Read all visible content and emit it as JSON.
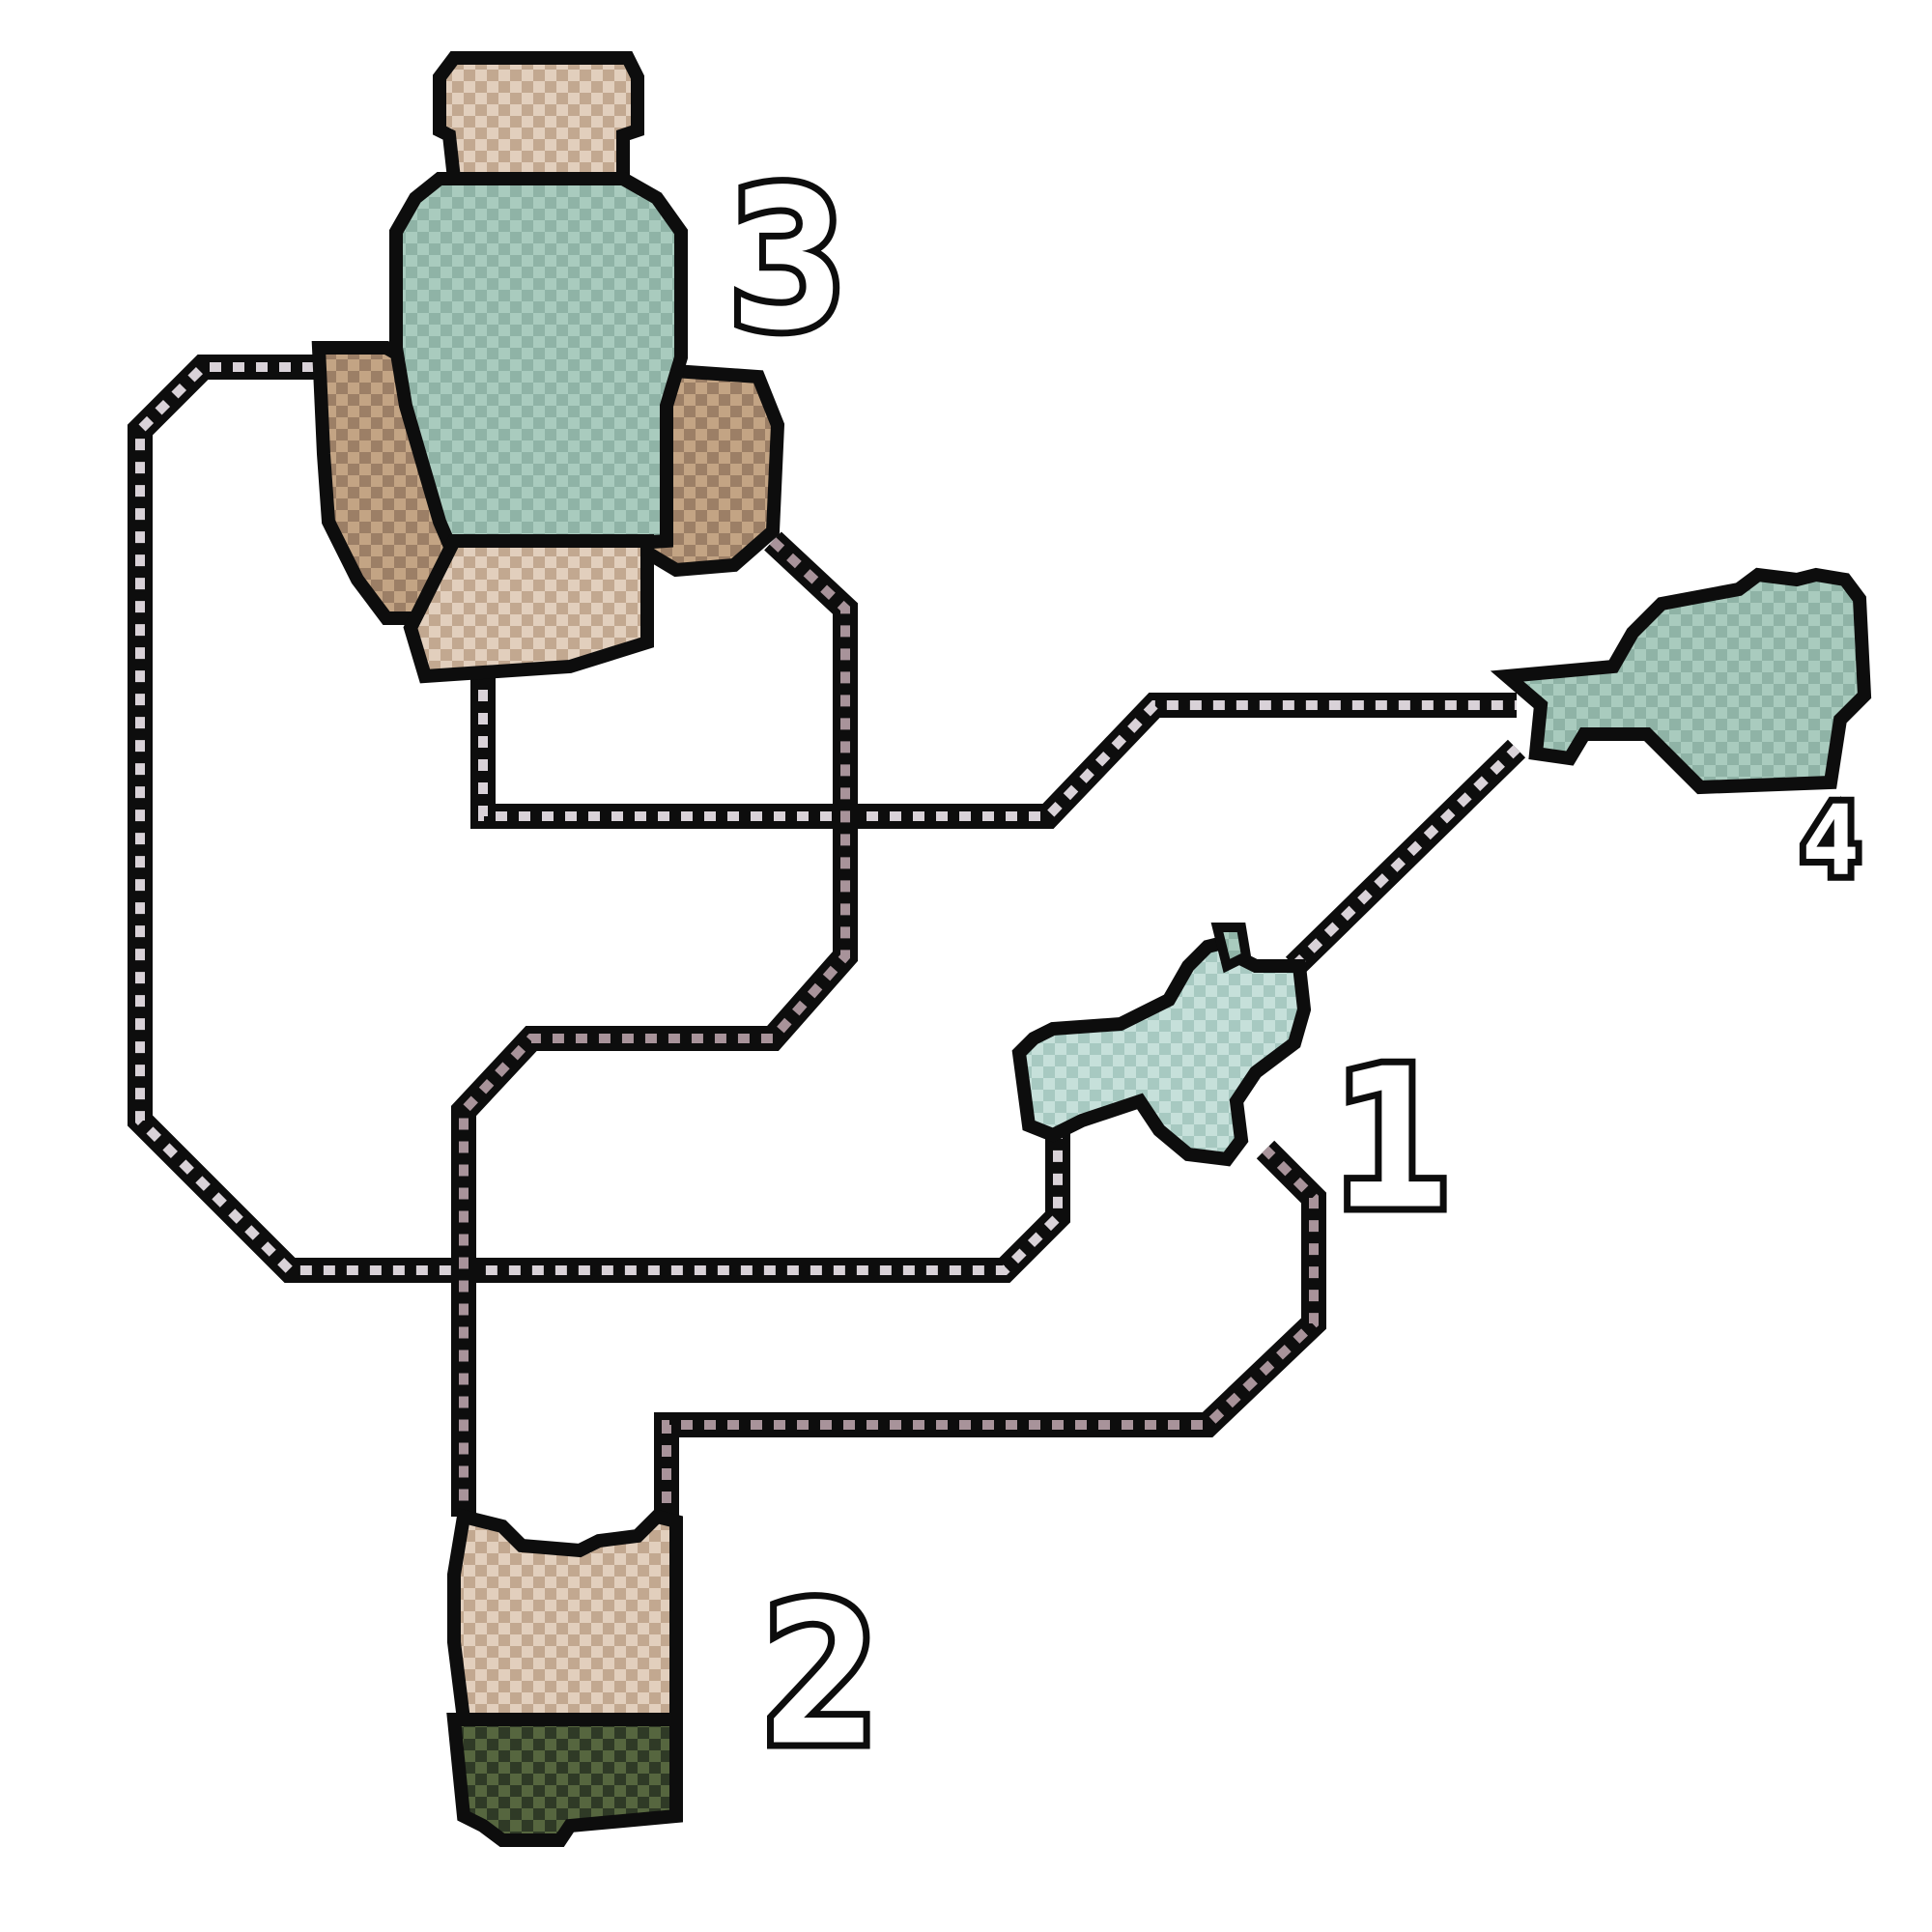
{
  "map": {
    "style": "pixel-art area map",
    "colors": {
      "outline": "#0d0d0d",
      "path_light": "#d9d2d8",
      "path_brown": "#a8939a",
      "ice": "#9fc2b5",
      "ice_light": "#c2ddd6",
      "sand": "#d8c2ae",
      "rock": "#b89a7c",
      "moss": "#4a5a3a",
      "background": "#ffffff"
    },
    "zones": [
      {
        "id": "1",
        "label": "1",
        "terrain": "ice"
      },
      {
        "id": "2",
        "label": "2",
        "terrain": "sand-and-moss"
      },
      {
        "id": "3",
        "label": "3",
        "terrain": "ice-with-rock-shelves"
      },
      {
        "id": "4",
        "label": "4",
        "terrain": "ice"
      }
    ]
  }
}
